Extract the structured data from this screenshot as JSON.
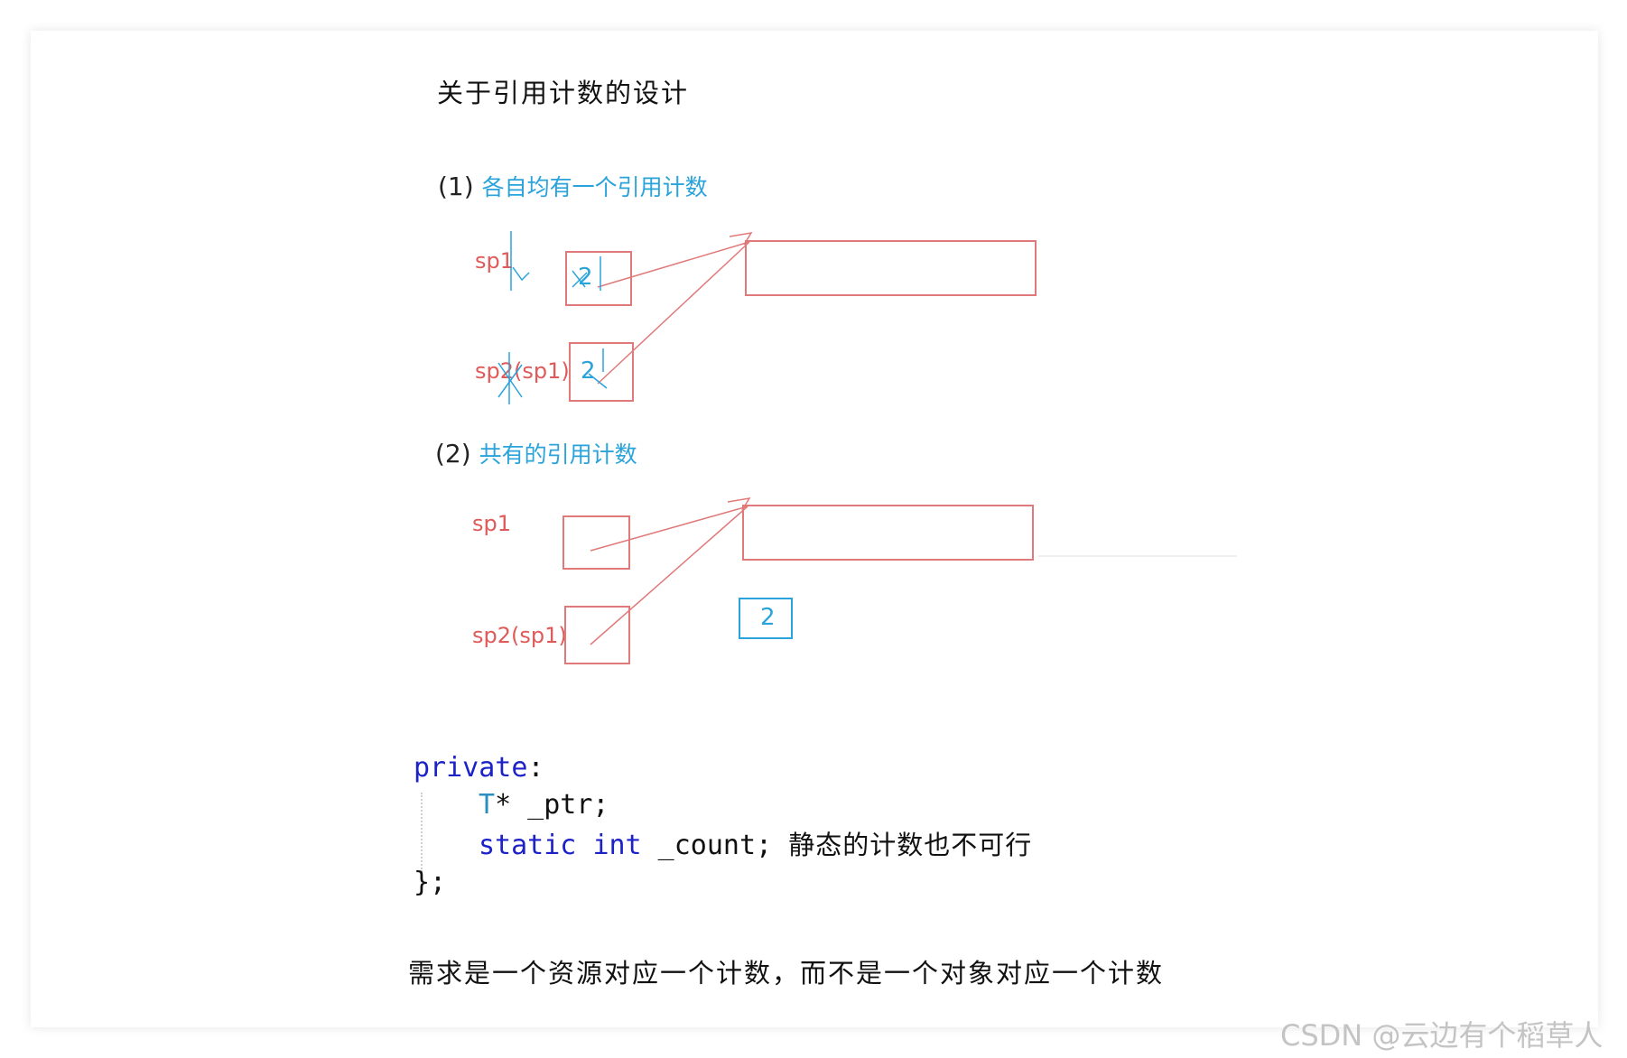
{
  "title": "关于引用计数的设计",
  "section1": {
    "number": "(1)",
    "heading": "各自均有一个引用计数",
    "labels": [
      "sp1",
      "sp2(sp1)"
    ],
    "counts": [
      "2",
      "2"
    ]
  },
  "section2": {
    "number": "(2)",
    "heading": "共有的引用计数",
    "labels": [
      "sp1",
      "sp2(sp1)"
    ],
    "shared_count": "2"
  },
  "code": {
    "line1_kw": "private",
    "line1_rest": ":",
    "line2_type": "T",
    "line2_rest": "* _ptr;",
    "line3_kw1": "static",
    "line3_kw2": "int",
    "line3_rest": " _count;",
    "line3_note": "静态的计数也不可行",
    "line4": "};"
  },
  "summary": "需求是一个资源对应一个计数，而不是一个对象对应一个计数",
  "watermark": "CSDN @云边有个稻草人",
  "colors": {
    "red": "#e05a5a",
    "blue": "#2aa3db",
    "keyword": "#1d22c7"
  }
}
